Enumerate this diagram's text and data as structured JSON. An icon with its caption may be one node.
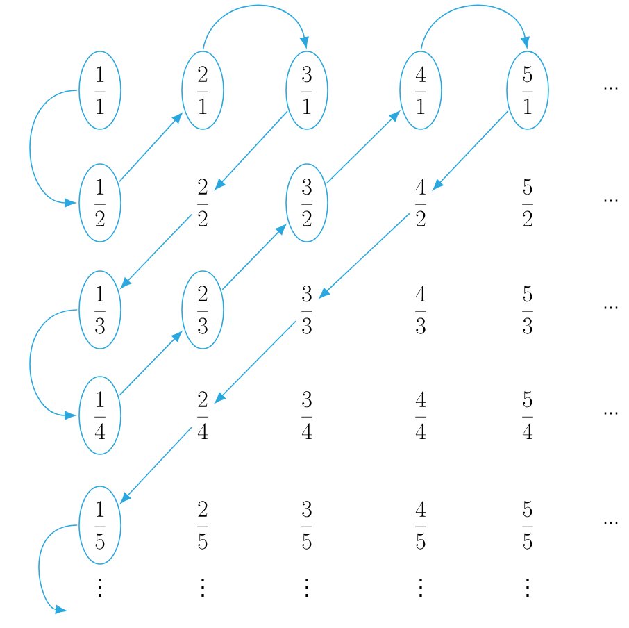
{
  "diagram": {
    "nodes": [
      {
        "text": [
          "\\frac{1}{1}"
        ]
      },
      {
        "text": [
          "\\frac{2}{1}"
        ]
      },
      {
        "text": [
          "\\frac{3}{1}"
        ]
      },
      {
        "text": [
          "\\frac{4}{1}"
        ]
      },
      {
        "text": [
          "\\frac{5}{1}"
        ]
      },
      {
        "text": [
          "\\frac{1}{2}"
        ]
      },
      {
        "text": [
          "\\frac{2}{2}"
        ]
      },
      {
        "text": [
          "\\frac{3}{2}"
        ]
      },
      {
        "text": [
          "\\frac{4}{2}"
        ]
      },
      {
        "text": [
          "\\frac{1}{3}"
        ]
      },
      {
        "text": [
          "\\frac{2}{3}"
        ]
      },
      {
        "text": [
          "\\frac{3}{3}"
        ]
      },
      {
        "text": [
          "\\frac{1}{4}"
        ]
      },
      {
        "text": [
          "\\frac{2}{4}"
        ]
      },
      {
        "text": [
          "\\frac{1}{5}"
        ]
      }
    ],
    "edges": [
      {
        "from": 0,
        "to": 5,
        "arrow": "to"
      },
      {
        "from": 5,
        "to": 1,
        "arrow": "to"
      },
      {
        "from": 1,
        "to": 2,
        "arrow": "to"
      },
      {
        "from": 2,
        "to": 6,
        "arrow": "to"
      },
      {
        "from": 6,
        "to": 9,
        "arrow": "to"
      },
      {
        "from": 9,
        "to": 12,
        "arrow": "to"
      },
      {
        "from": 12,
        "to": 10,
        "arrow": "to"
      },
      {
        "from": 10,
        "to": 7,
        "arrow": "to"
      },
      {
        "from": 7,
        "to": 3,
        "arrow": "to"
      },
      {
        "from": 3,
        "to": 4,
        "arrow": "to"
      },
      {
        "from": 4,
        "to": 8,
        "arrow": "to"
      },
      {
        "from": 8,
        "to": 11,
        "arrow": "to"
      },
      {
        "from": 11,
        "to": 13,
        "arrow": "to"
      },
      {
        "from": 13,
        "to": 14,
        "arrow": "to"
      },
      {
        "from": 14,
        "to": null,
        "arrow": "to"
      }
    ],
    "labels": [
      "⋯",
      "\\frac{5}{2}",
      "⋯",
      "\\frac{4}{3}",
      "\\frac{5}{3}",
      "⋯",
      "\\frac{3}{4}",
      "\\frac{4}{4}",
      "\\frac{5}{4}",
      "⋯",
      "\\frac{2}{5}",
      "\\frac{3}{5}",
      "\\frac{4}{5}",
      "\\frac{5}{5}",
      "⋯",
      "⋮",
      "⋮",
      "⋮",
      "⋮",
      "⋮"
    ]
  }
}
